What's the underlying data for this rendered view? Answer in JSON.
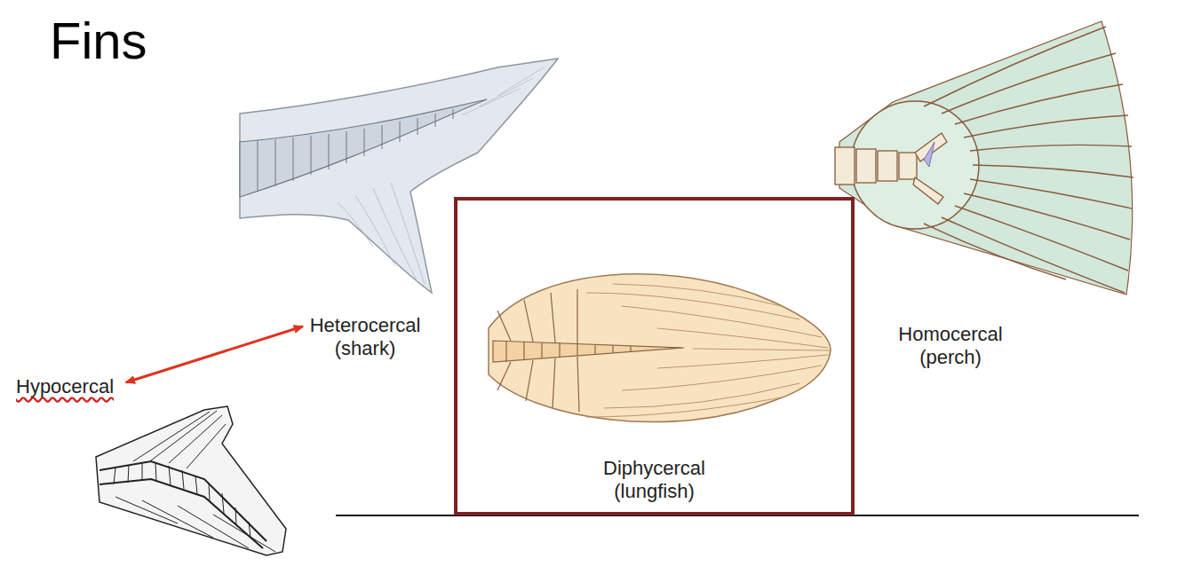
{
  "diagram": {
    "title": "Fins",
    "nodes": [
      {
        "text": [
          "Heterocercal (shark)"
        ]
      },
      {
        "text": [
          "Hypocercal"
        ]
      },
      {
        "text": [
          "Diphycercal (lungfish)"
        ]
      },
      {
        "text": [
          "Homocercal (perch)"
        ]
      }
    ],
    "edges": [
      {
        "from": 1,
        "to": 0,
        "arrow": "both"
      }
    ]
  }
}
